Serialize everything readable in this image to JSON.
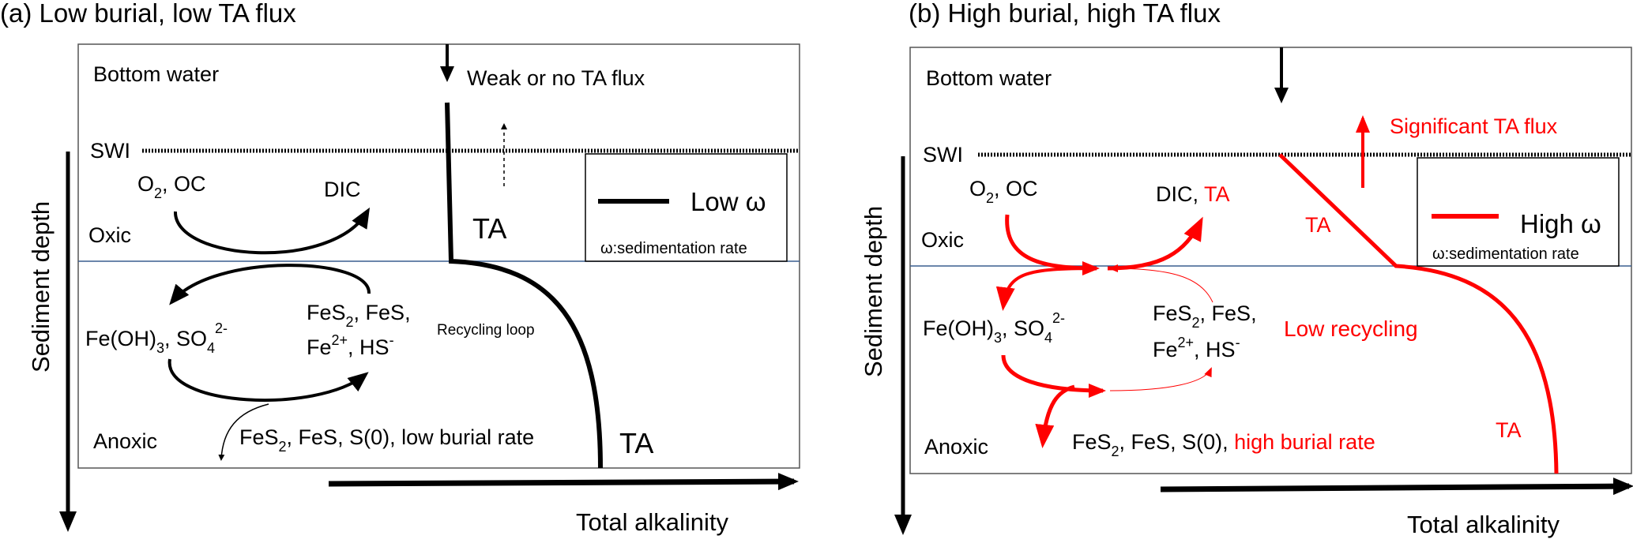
{
  "panel_a": {
    "title": "(a) Low burial, low TA flux",
    "bottom_water": "Bottom water",
    "swi": "SWI",
    "oxic": "Oxic",
    "anoxic": "Anoxic",
    "o2": "O",
    "o2_sub": "2",
    "oc": ", OC",
    "dic": "DIC",
    "fe_oh": "Fe(OH)",
    "fe_oh_sub": "3",
    "so4": ", SO",
    "so4_sub": "4",
    "so4_sup": "2-",
    "fes2_a": "FeS",
    "fes2_sub": "2",
    "fes2_b": ", FeS,",
    "fe2": "Fe",
    "fe2_sup": "2+",
    "hs": ", HS",
    "hs_sup": "-",
    "recycling": "Recycling loop",
    "burial_a": "FeS",
    "burial_sub": "2",
    "burial_b": ", FeS, S(0), low burial rate",
    "flux": "Weak or no TA flux",
    "ta_upper": "TA",
    "ta_lower": "TA",
    "legend_label": "Low ω",
    "legend_note": "ω:sedimentation rate",
    "y_axis": "Sediment depth",
    "x_axis": "Total alkalinity"
  },
  "panel_b": {
    "title": "(b) High burial, high TA flux",
    "bottom_water": "Bottom water",
    "swi": "SWI",
    "oxic": "Oxic",
    "anoxic": "Anoxic",
    "o2": "O",
    "o2_sub": "2",
    "oc": ", OC",
    "dic": "DIC, ",
    "dic_ta": "TA",
    "fe_oh": "Fe(OH)",
    "fe_oh_sub": "3",
    "so4": ", SO",
    "so4_sub": "4",
    "so4_sup": "2-",
    "fes2_a": "FeS",
    "fes2_sub": "2",
    "fes2_b": ", FeS,",
    "fe2": "Fe",
    "fe2_sup": "2+",
    "hs": ", HS",
    "hs_sup": "-",
    "recycling": "Low recycling",
    "burial_a": "FeS",
    "burial_sub": "2",
    "burial_b": ", FeS, S(0), ",
    "burial_red": "high burial rate",
    "flux": "Significant TA flux",
    "ta_upper": "TA",
    "ta_lower": "TA",
    "legend_label": "High ω",
    "legend_note": "ω:sedimentation rate",
    "y_axis": "Sediment depth",
    "x_axis": "Total alkalinity"
  },
  "colors": {
    "black": "#000000",
    "red": "#ff0000",
    "box_border": "#555555"
  }
}
